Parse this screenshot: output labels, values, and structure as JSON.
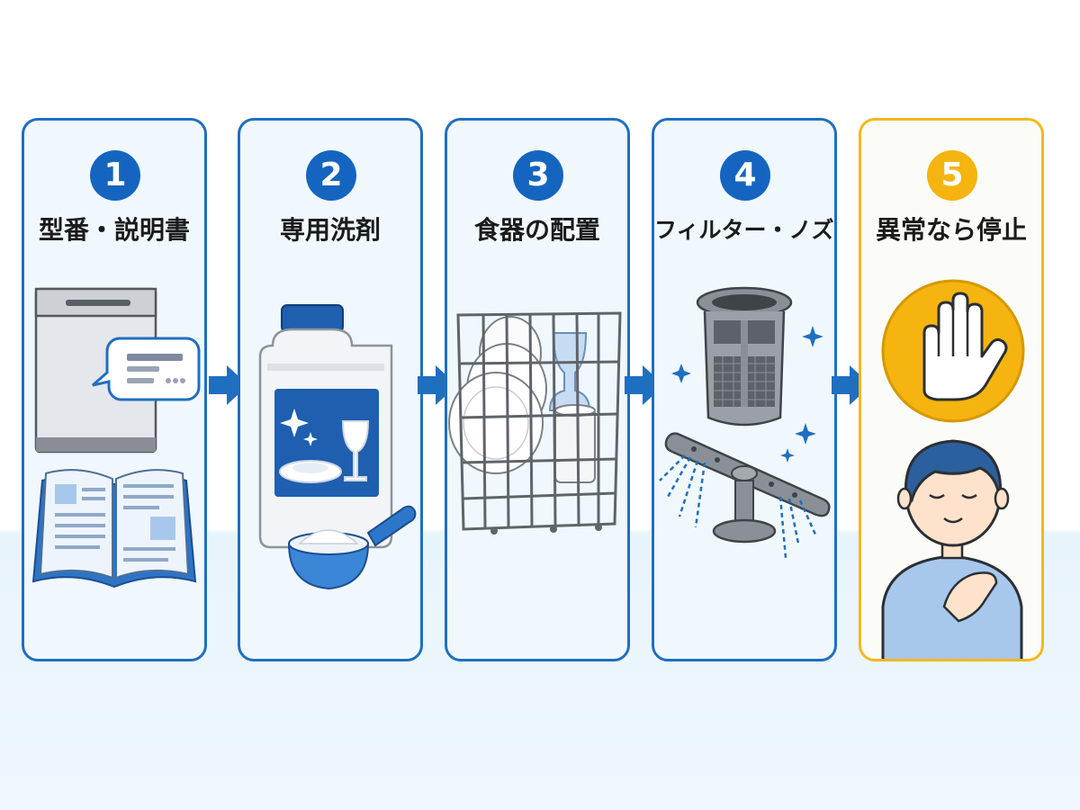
{
  "steps": [
    {
      "number": "1",
      "title": "型番・説明書",
      "icons": [
        "dishwasher-icon",
        "speech-bubble-icon",
        "open-book-icon"
      ]
    },
    {
      "number": "2",
      "title": "専用洗剤",
      "icons": [
        "detergent-bottle-icon",
        "measuring-scoop-icon"
      ]
    },
    {
      "number": "3",
      "title": "食器の配置",
      "icons": [
        "dish-rack-icon"
      ]
    },
    {
      "number": "4",
      "title": "フィルター・ノズル",
      "icons": [
        "filter-icon",
        "spray-arm-icon"
      ]
    },
    {
      "number": "5",
      "title": "異常なら停止",
      "icons": [
        "stop-hand-icon",
        "person-icon"
      ]
    }
  ],
  "colors": {
    "primary": "#1565c0",
    "accent": "#f5b40f",
    "card_bg": "#f0f8fe"
  }
}
